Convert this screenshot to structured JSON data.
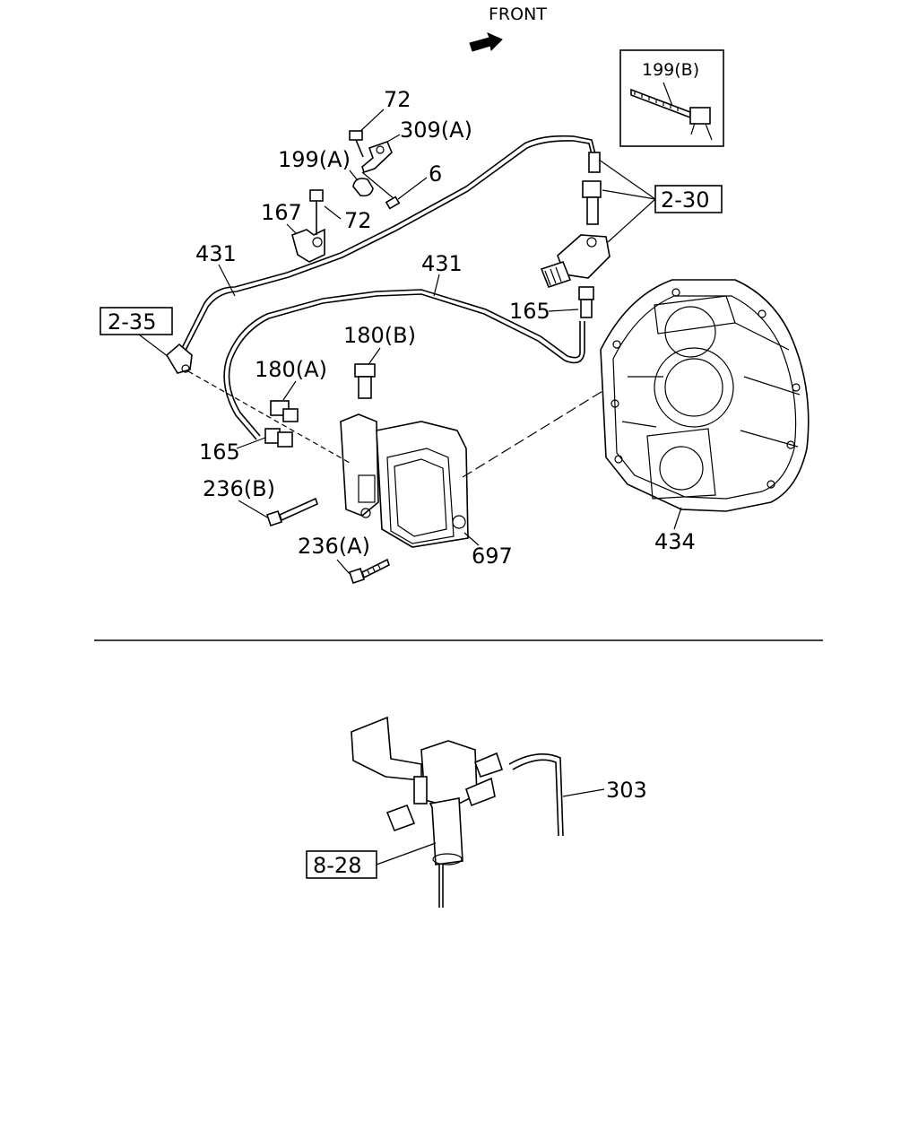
{
  "front_label": "FRONT",
  "callouts": {
    "c199b": "199(B)",
    "c72a": "72",
    "c309a": "309(A)",
    "c199a": "199(A)",
    "c6": "6",
    "c167": "167",
    "c72b": "72",
    "c431a": "431",
    "c431b": "431",
    "c2_30": "2-30",
    "c2_35": "2-35",
    "c165a": "165",
    "c180b": "180(B)",
    "c180a": "180(A)",
    "c165b": "165",
    "c236b": "236(B)",
    "c236a": "236(A)",
    "c697": "697",
    "c434": "434",
    "c303": "303",
    "c8_28": "8-28"
  }
}
